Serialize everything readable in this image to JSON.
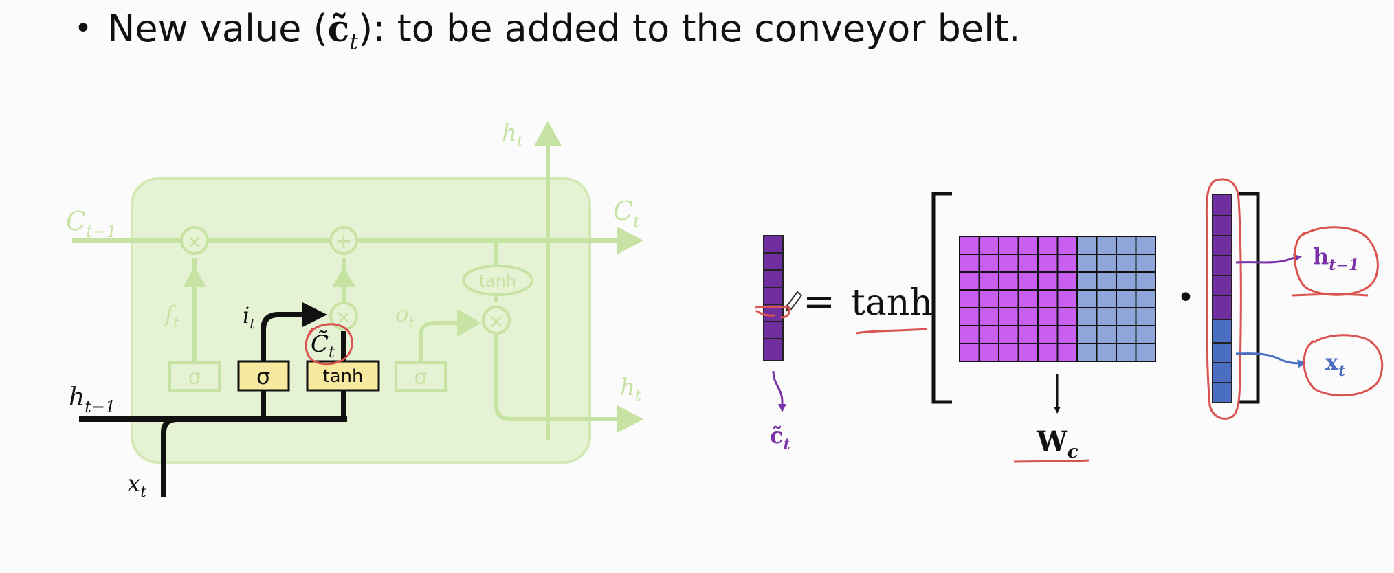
{
  "slide": {
    "bullet_text": "New value (",
    "bullet_symbol": "c̃",
    "bullet_subscript": "t",
    "bullet_suffix": "): to be added to the conveyor belt."
  },
  "lstm_cell": {
    "labels": {
      "c_prev": "C",
      "c_prev_sub": "t−1",
      "c_next": "C",
      "c_next_sub": "t",
      "h_top": "h",
      "h_top_sub": "t",
      "h_out": "h",
      "h_out_sub": "t",
      "h_prev": "h",
      "h_prev_sub": "t−1",
      "x_in": "x",
      "x_in_sub": "t",
      "f_gate": "f",
      "f_gate_sub": "t",
      "i_gate": "i",
      "i_gate_sub": "t",
      "o_gate": "o",
      "o_gate_sub": "t",
      "c_tilde": "C̃",
      "c_tilde_sub": "t"
    },
    "boxes": {
      "sigma_f": "σ",
      "sigma_i": "σ",
      "tanh_c": "tanh",
      "sigma_o": "σ",
      "tanh_out": "tanh"
    },
    "ops": {
      "mult_f": "×",
      "add": "+",
      "mult_i": "×",
      "mult_o": "×"
    }
  },
  "equation": {
    "lhs_symbol": "c̃",
    "lhs_sub": "t",
    "equals": "=",
    "func": "tanh",
    "dot": "•",
    "weight_symbol": "W",
    "weight_sub": "c",
    "h_symbol": "h",
    "h_sub": "t−1",
    "x_symbol": "x",
    "x_sub": "t"
  },
  "colors": {
    "faded_green": "#c6e3a3",
    "cell_bg": "#e5f3d4",
    "yellow_box": "#f8e9a0",
    "purple_dark": "#7a33a8",
    "purple_bright": "#c95ff0",
    "blue_light": "#8ea6d9",
    "blue": "#4a6fc0",
    "annotation_red": "#d9534f"
  }
}
